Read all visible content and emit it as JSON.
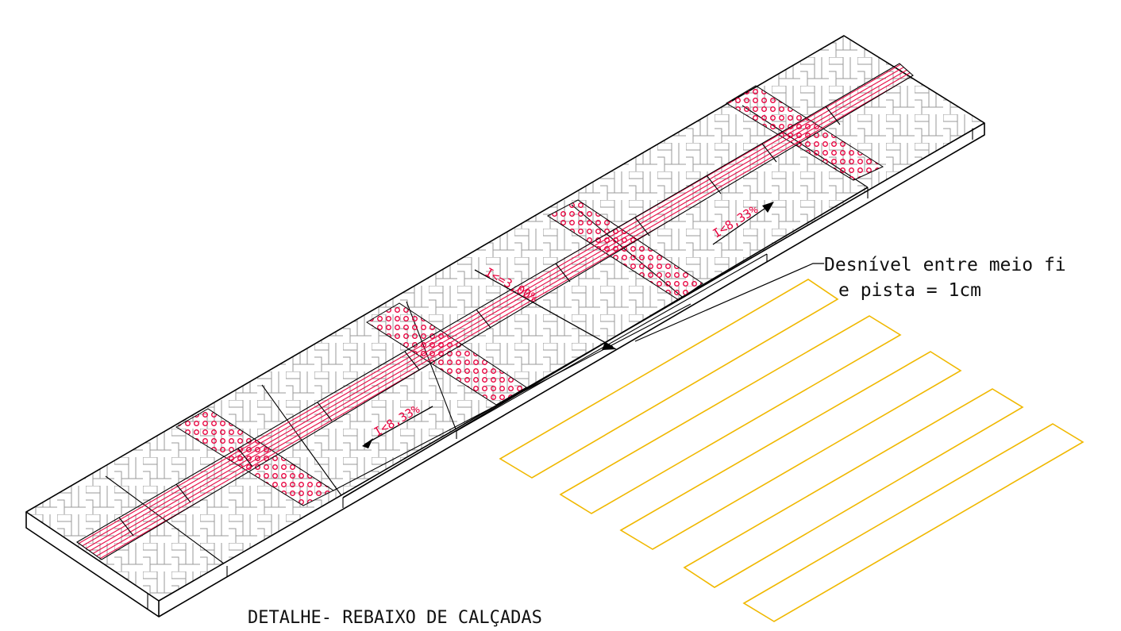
{
  "drawing": {
    "title": "DETALHE- REBAIXO DE CALÇADAS",
    "annotation_line1": "Desnível entre meio fi",
    "annotation_line2": "e pista = 1cm",
    "slope_upper": "I<8,33%",
    "slope_middle": "I<=3,00%",
    "slope_lower": "I<8,33%",
    "colors": {
      "line": "#000000",
      "tactile": "#e8003d",
      "crosswalk": "#f0b800",
      "paving": "#9a9a9a"
    }
  }
}
